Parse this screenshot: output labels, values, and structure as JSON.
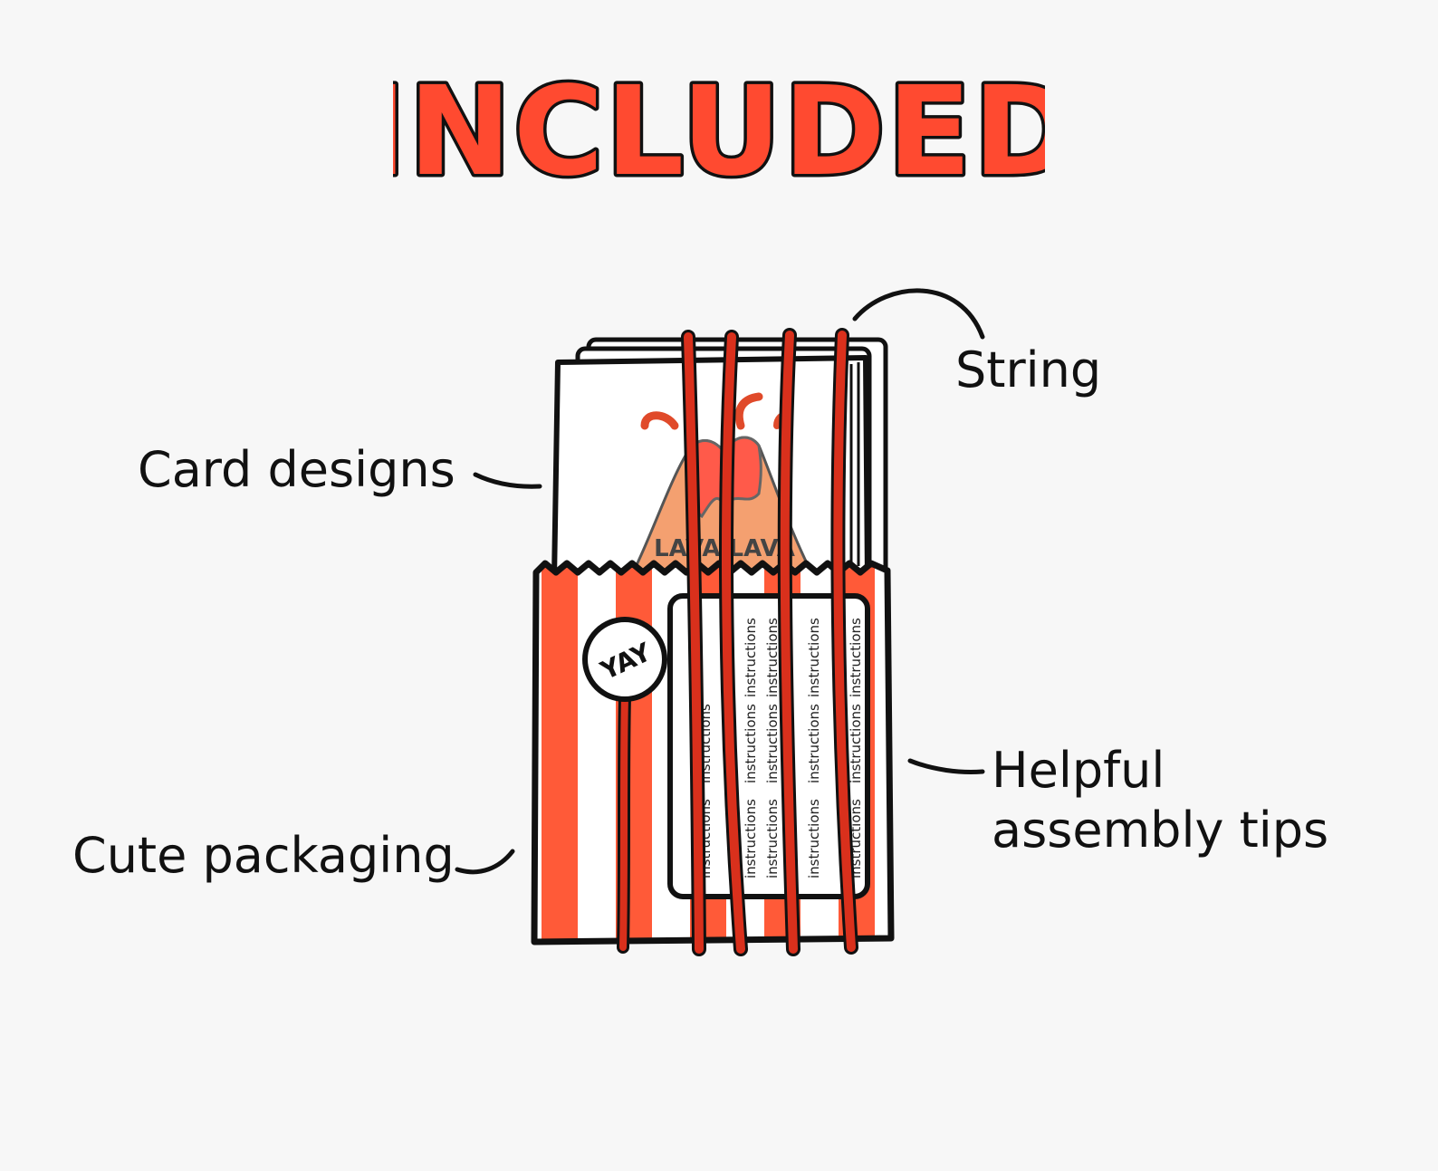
{
  "title": "INCLUDED",
  "colors": {
    "title_fill": "#ff4a30",
    "accent_red": "#d9301c",
    "stripe": "#ff5a38",
    "lava_orange": "#f4a070",
    "outline": "#111111",
    "background": "#f7f7f7"
  },
  "labels": {
    "string": "String",
    "card_designs": "Card designs",
    "cute_packaging": "Cute packaging",
    "tips_line1": "Helpful",
    "tips_line2": "assembly tips"
  },
  "illustration": {
    "sticker_text": "YAY",
    "card_text": "LAVA LAVA",
    "instruction_word": "instructions"
  }
}
